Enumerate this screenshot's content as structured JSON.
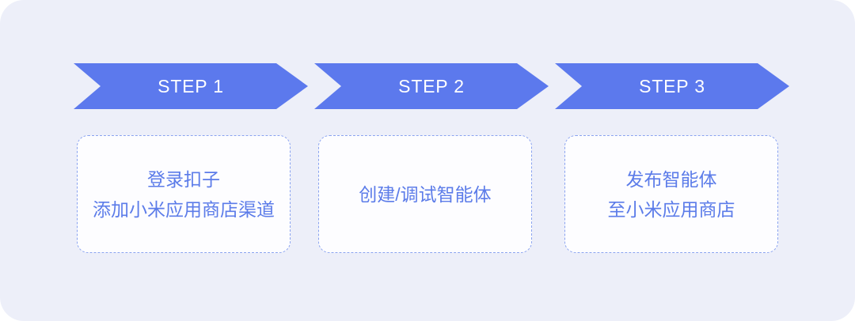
{
  "diagram": {
    "type": "process-flow",
    "direction": "left-to-right",
    "steps": [
      {
        "label": "STEP 1",
        "lines": [
          "登录扣子",
          "添加小米应用商店渠道"
        ]
      },
      {
        "label": "STEP 2",
        "lines": [
          "创建/调试智能体"
        ]
      },
      {
        "label": "STEP 3",
        "lines": [
          "发布智能体",
          "至小米应用商店"
        ]
      }
    ]
  },
  "colors": {
    "canvas_background": "#EDEFF9",
    "arrow_fill": "#5C79ED",
    "arrow_label_text": "#FFFFFF",
    "card_background": "#FDFDFF",
    "card_border": "#8AA3F0",
    "card_text": "#5C7CE9"
  }
}
